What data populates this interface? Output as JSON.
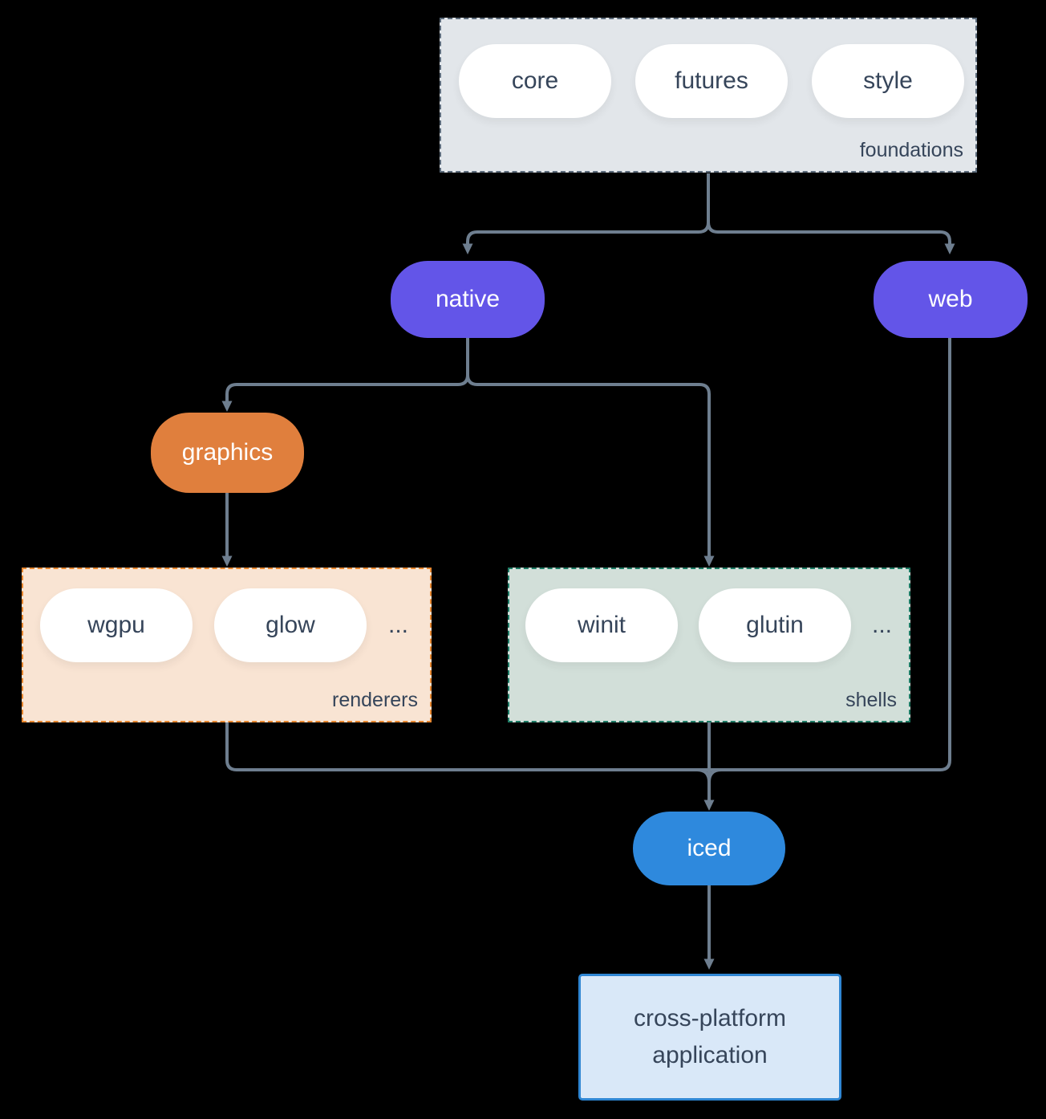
{
  "colors": {
    "background": "#000000",
    "arrow": "#6e7e8f",
    "text_dark": "#36455a",
    "purple": "#6355e8",
    "orange": "#e07f3d",
    "blue": "#2e89dd",
    "foundations_fill": "#e2e6ea",
    "foundations_border": "#5d6c7c",
    "renderers_fill": "#f9e4d3",
    "renderers_border": "#e8872f",
    "shells_fill": "#d2dfd9",
    "shells_border": "#1d7b65",
    "application_fill": "#d9e8f8",
    "application_border": "#2f86d3"
  },
  "groups": {
    "foundations": {
      "label": "foundations",
      "items": [
        "core",
        "futures",
        "style"
      ]
    },
    "renderers": {
      "label": "renderers",
      "items": [
        "wgpu",
        "glow"
      ],
      "ellipsis": "..."
    },
    "shells": {
      "label": "shells",
      "items": [
        "winit",
        "glutin"
      ],
      "ellipsis": "..."
    }
  },
  "nodes": {
    "native": "native",
    "web": "web",
    "graphics": "graphics",
    "iced": "iced",
    "application": "cross-platform application"
  }
}
